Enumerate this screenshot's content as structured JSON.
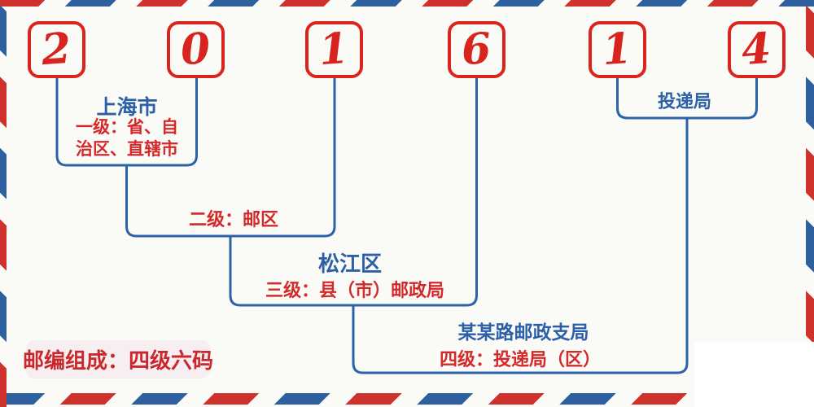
{
  "postal_code": {
    "digits": [
      "2",
      "0",
      "1",
      "6",
      "1",
      "4"
    ]
  },
  "labels": {
    "level1_name": "上海市",
    "level1_desc_line1": "一级：省、自",
    "level1_desc_line2": "治区、直辖市",
    "level2_desc": "二级：邮区",
    "level3_name": "松江区",
    "level3_desc": "三级：县（市）邮政局",
    "level4_name": "某某路邮政支局",
    "level4_desc": "四级：投递局（区）",
    "level5_name": "投递局",
    "badge": "邮编组成：四级六码"
  },
  "colors": {
    "digit_red": "#d8241e",
    "label_red": "#d3292b",
    "label_blue": "#2b5fa8",
    "connector_blue": "#2c62a8",
    "stripe_red": "#cf312d",
    "stripe_blue": "#2e5f9f",
    "badge_background": "#f6eef0",
    "page_background": "#fafaf6",
    "corner_patch": "#ffffff"
  }
}
